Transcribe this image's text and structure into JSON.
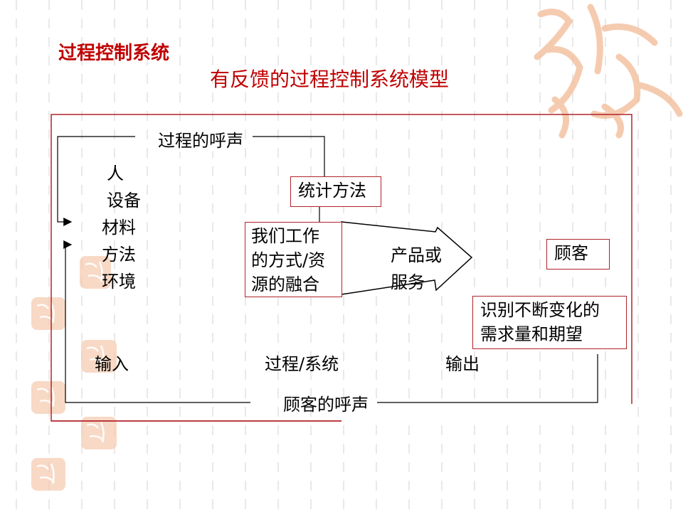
{
  "slide": {
    "title": "过程控制系统",
    "subtitle": "有反馈的过程控制系统模型"
  },
  "diagram": {
    "process_voice": "过程的呼声",
    "inputs": [
      "人",
      "设备",
      "材料",
      "方法",
      "环境"
    ],
    "stats_method": "统计方法",
    "process_box": [
      "我们工作",
      "的方式/资",
      "源的融合"
    ],
    "arrow_label": [
      "产品或",
      "服务"
    ],
    "customer": "顾客",
    "needs_box": [
      "识别不断变化的",
      "需求量和期望"
    ],
    "stage_input": "输入",
    "stage_process": "过程/系统",
    "stage_output": "输出",
    "customer_voice": "顾客的呼声"
  },
  "decor": {
    "logo_icon": "auspicious-seal-icon",
    "accent_color": "#c00000",
    "border_color": "#b0232a",
    "seal_color": "#f0b48e"
  }
}
